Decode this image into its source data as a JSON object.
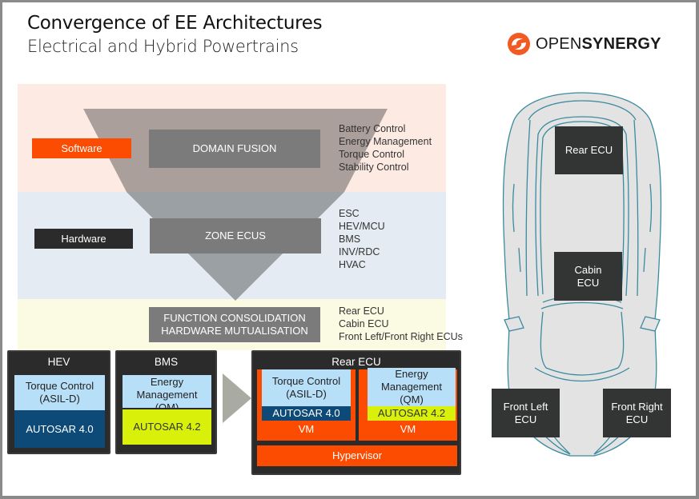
{
  "header": {
    "title": "Convergence of EE Architectures",
    "subtitle": "Electrical and Hybrid Powertrains"
  },
  "logo": {
    "icon": "opensynergy-swirl-icon",
    "text_light": "OPEN",
    "text_bold": "SYNERGY",
    "color": "#f15a22"
  },
  "funnel": {
    "layers": [
      {
        "tag": "Software",
        "tag_color": "#fc4c02",
        "box": "DOMAIN FUSION",
        "items": [
          "Battery Control",
          "Energy Management",
          "Torque  Control",
          "Stability Control"
        ]
      },
      {
        "tag": "Hardware",
        "tag_color": "#2b2b2b",
        "box": "ZONE ECUS",
        "items": [
          "ESC",
          "HEV/MCU",
          "BMS",
          "INV/RDC",
          "HVAC"
        ]
      },
      {
        "box_line1": "FUNCTION  CONSOLIDATION",
        "box_line2": "HARDWARE MUTUALISATION",
        "items": [
          "Rear ECU",
          "Cabin ECU",
          "Front Left/Front Right ECUs"
        ]
      }
    ]
  },
  "ecus": {
    "hev": {
      "title": "HEV",
      "app_line1": "Torque  Control",
      "app_line2": "(ASIL-D)",
      "os": "AUTOSAR  4.0"
    },
    "bms": {
      "title": "BMS",
      "app_line1": "Energy",
      "app_line2": "Management",
      "app_line3": "(QM)",
      "os": "AUTOSAR  4.2"
    },
    "rear": {
      "title": "Rear ECU",
      "vm1": {
        "app_line1": "Torque  Control",
        "app_line2": "(ASIL-D)",
        "os": "AUTOSAR  4.0",
        "label": "VM"
      },
      "vm2": {
        "app_line1": "Energy",
        "app_line2": "Management",
        "app_line3": "(QM)",
        "os": "AUTOSAR  4.2",
        "label": "VM"
      },
      "hypervisor": "Hypervisor"
    }
  },
  "car": {
    "rear_ecu": "Rear ECU",
    "cabin_ecu_line1": "Cabin",
    "cabin_ecu_line2": "ECU",
    "front_left_line1": "Front  Left",
    "front_left_line2": "ECU",
    "front_right_line1": "Front  Right",
    "front_right_line2": "ECU"
  },
  "colors": {
    "orange": "#fc4c02",
    "dark": "#2b2b2b",
    "light_blue": "#b8dff8",
    "dark_blue": "#0d4a78",
    "lime": "#d8f00a",
    "car_outline": "#3a8aa0"
  }
}
